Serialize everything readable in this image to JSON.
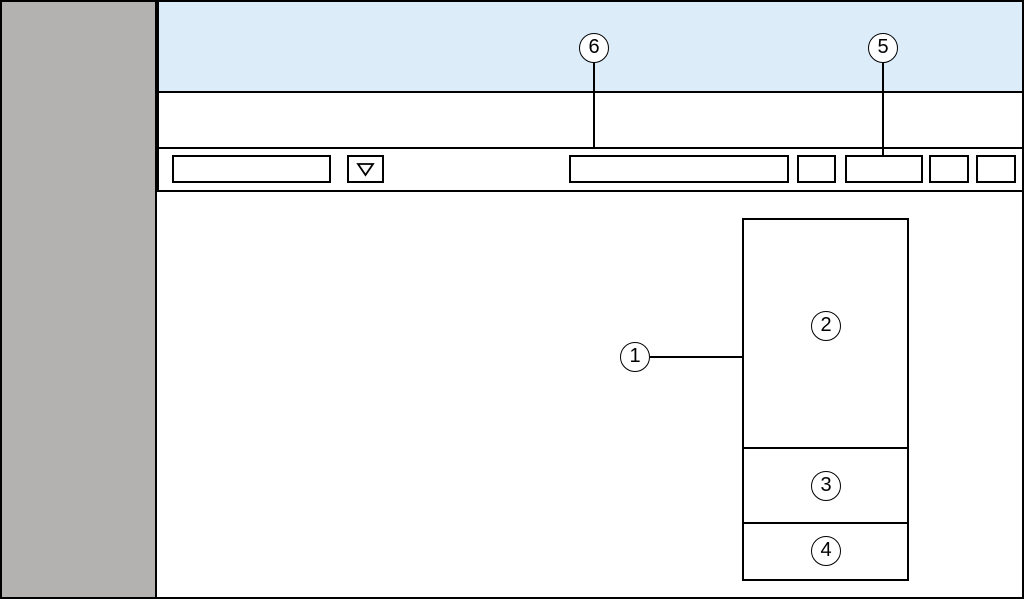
{
  "callouts": {
    "c1": "1",
    "c2": "2",
    "c3": "3",
    "c4": "4",
    "c5": "5",
    "c6": "6"
  },
  "colors": {
    "sidebar": "#b3b2b1",
    "titlebar": "#dcecf9",
    "line": "#000000",
    "background": "#ffffff"
  },
  "icons": {
    "dropdown": "triangle-down-icon"
  }
}
